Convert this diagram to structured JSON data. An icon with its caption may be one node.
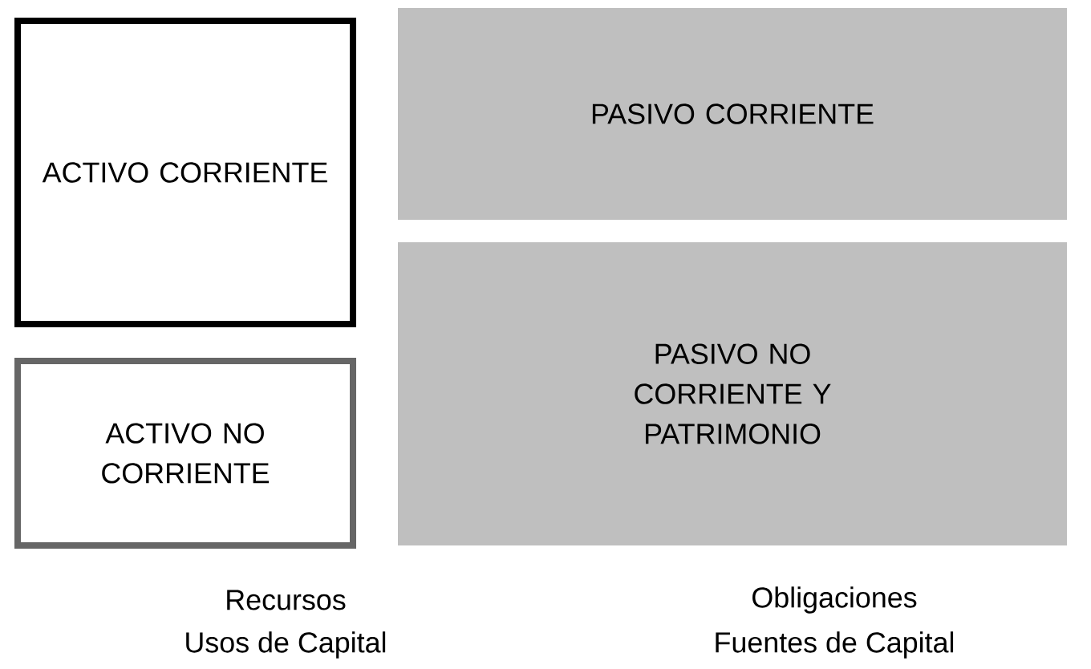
{
  "diagram": {
    "nodes": [
      {
        "text": [
          "ACTIVO CORRIENTE"
        ]
      },
      {
        "text": [
          "ACTIVO NO CORRIENTE"
        ]
      },
      {
        "text": [
          "PASIVO CORRIENTE"
        ]
      },
      {
        "text": [
          "PASIVO NO CORRIENTE Y PATRIMONIO"
        ]
      }
    ],
    "labels": [
      "Recursos",
      "Usos de Capital",
      "Obligaciones",
      "Fuentes de Capital"
    ]
  }
}
